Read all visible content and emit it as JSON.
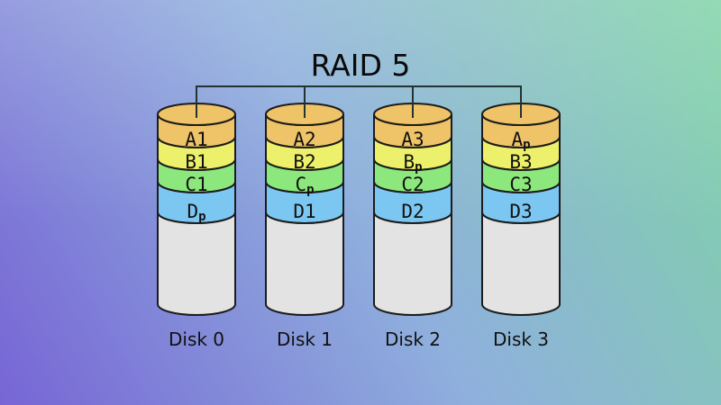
{
  "title": "RAID 5",
  "colors": {
    "band_a": "#efc367",
    "band_b": "#edf06a",
    "band_c": "#8ce87c",
    "band_d": "#7cc7f2",
    "disk_body": "#e3e3e3",
    "outline": "#1c1c1c",
    "connector": "#223333",
    "bg_bottom_left": "#7765d5",
    "bg_middle": "#8fb0dd",
    "bg_top_right": "#7fd3a6"
  },
  "disks": [
    {
      "label": "Disk 0",
      "blocks": [
        {
          "main": "A1",
          "sub": ""
        },
        {
          "main": "B1",
          "sub": ""
        },
        {
          "main": "C1",
          "sub": ""
        },
        {
          "main": "D",
          "sub": "p"
        }
      ]
    },
    {
      "label": "Disk 1",
      "blocks": [
        {
          "main": "A2",
          "sub": ""
        },
        {
          "main": "B2",
          "sub": ""
        },
        {
          "main": "C",
          "sub": "p"
        },
        {
          "main": "D1",
          "sub": ""
        }
      ]
    },
    {
      "label": "Disk 2",
      "blocks": [
        {
          "main": "A3",
          "sub": ""
        },
        {
          "main": "B",
          "sub": "p"
        },
        {
          "main": "C2",
          "sub": ""
        },
        {
          "main": "D2",
          "sub": ""
        }
      ]
    },
    {
      "label": "Disk 3",
      "blocks": [
        {
          "main": "A",
          "sub": "p"
        },
        {
          "main": "B3",
          "sub": ""
        },
        {
          "main": "C3",
          "sub": ""
        },
        {
          "main": "D3",
          "sub": ""
        }
      ]
    }
  ]
}
